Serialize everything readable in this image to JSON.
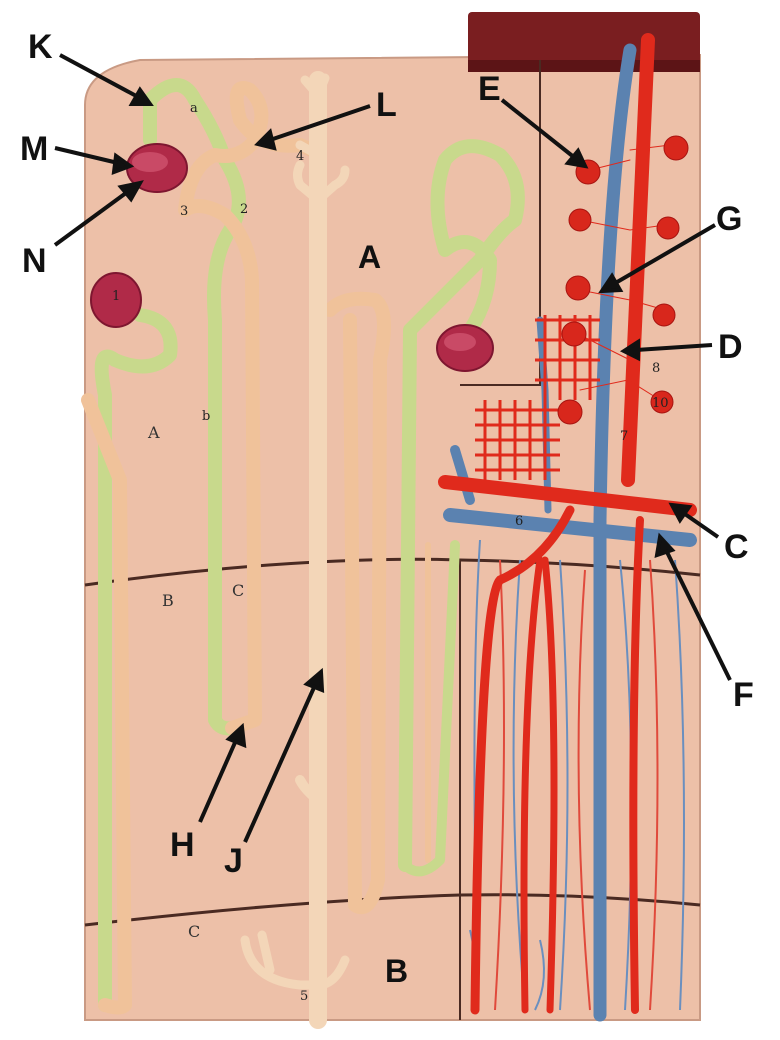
{
  "colors": {
    "background": "#ffffff",
    "model_base": "#edc0a8",
    "model_edge": "#c99a84",
    "top_block": "#7a1e20",
    "proximal_tubule": "#c8d98c",
    "distal_tubule": "#f0c29a",
    "collecting_duct": "#f3d6b8",
    "glomerulus": "#b02a48",
    "artery": "#e02a1c",
    "vein": "#5b82b0",
    "zone_line": "#4a2a22"
  },
  "labels": {
    "K": "K",
    "M": "M",
    "N": "N",
    "L": "L",
    "A": "A",
    "E": "E",
    "G": "G",
    "D": "D",
    "C": "C",
    "F": "F",
    "H": "H",
    "J": "J",
    "B": "B"
  },
  "model_marks": {
    "n1": "1",
    "n2": "2",
    "n3": "3",
    "n4": "4",
    "n5": "5",
    "n6": "6",
    "n7": "7",
    "n8": "8",
    "n10": "10",
    "la": "a",
    "lb": "b",
    "zA": "A",
    "zB": "B",
    "zC1": "C",
    "zC2": "C"
  }
}
